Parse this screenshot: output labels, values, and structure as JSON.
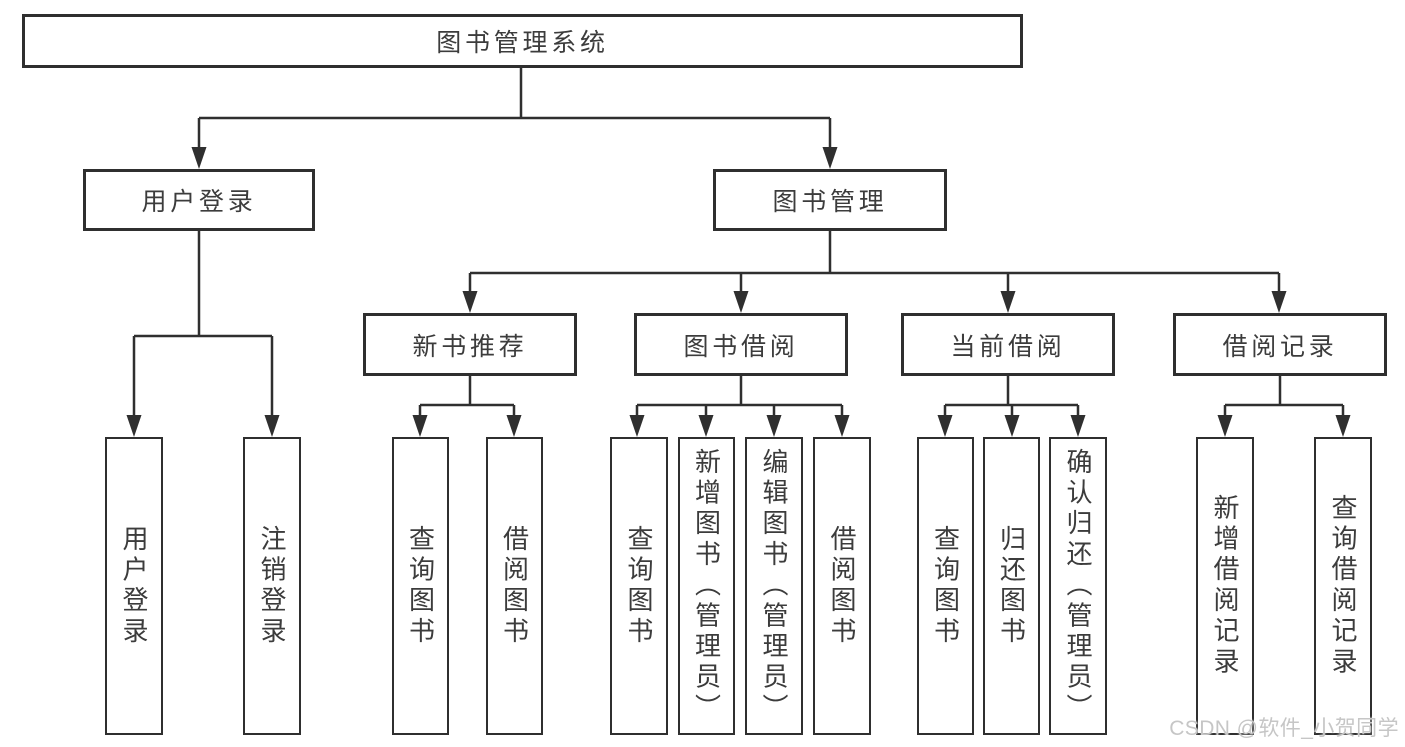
{
  "diagram": {
    "root": {
      "label": "图书管理系统"
    },
    "level2": [
      {
        "id": "user-login",
        "label": "用户登录"
      },
      {
        "id": "book-management",
        "label": "图书管理"
      }
    ],
    "level3": [
      {
        "id": "new-book-recommend",
        "label": "新书推荐",
        "parent": "book-management"
      },
      {
        "id": "book-borrow",
        "label": "图书借阅",
        "parent": "book-management"
      },
      {
        "id": "current-borrow",
        "label": "当前借阅",
        "parent": "book-management"
      },
      {
        "id": "borrow-record",
        "label": "借阅记录",
        "parent": "book-management"
      }
    ],
    "leaves": [
      {
        "parent": "user-login",
        "label": "用户登录"
      },
      {
        "parent": "user-login",
        "label": "注销登录"
      },
      {
        "parent": "new-book-recommend",
        "label": "查询图书"
      },
      {
        "parent": "new-book-recommend",
        "label": "借阅图书"
      },
      {
        "parent": "book-borrow",
        "label": "查询图书"
      },
      {
        "parent": "book-borrow",
        "label": "新增图书（管理员）"
      },
      {
        "parent": "book-borrow",
        "label": "编辑图书（管理员）"
      },
      {
        "parent": "book-borrow",
        "label": "借阅图书"
      },
      {
        "parent": "current-borrow",
        "label": "查询图书"
      },
      {
        "parent": "current-borrow",
        "label": "归还图书"
      },
      {
        "parent": "current-borrow",
        "label": "确认归还（管理员）"
      },
      {
        "parent": "borrow-record",
        "label": "新增借阅记录"
      },
      {
        "parent": "borrow-record",
        "label": "查询借阅记录"
      }
    ],
    "watermark": "CSDN @软件_小贺同学",
    "colors": {
      "line": "#2f2f2f",
      "text": "#3c3c3c",
      "watermark": "#c6c6c6",
      "background": "#ffffff"
    }
  }
}
